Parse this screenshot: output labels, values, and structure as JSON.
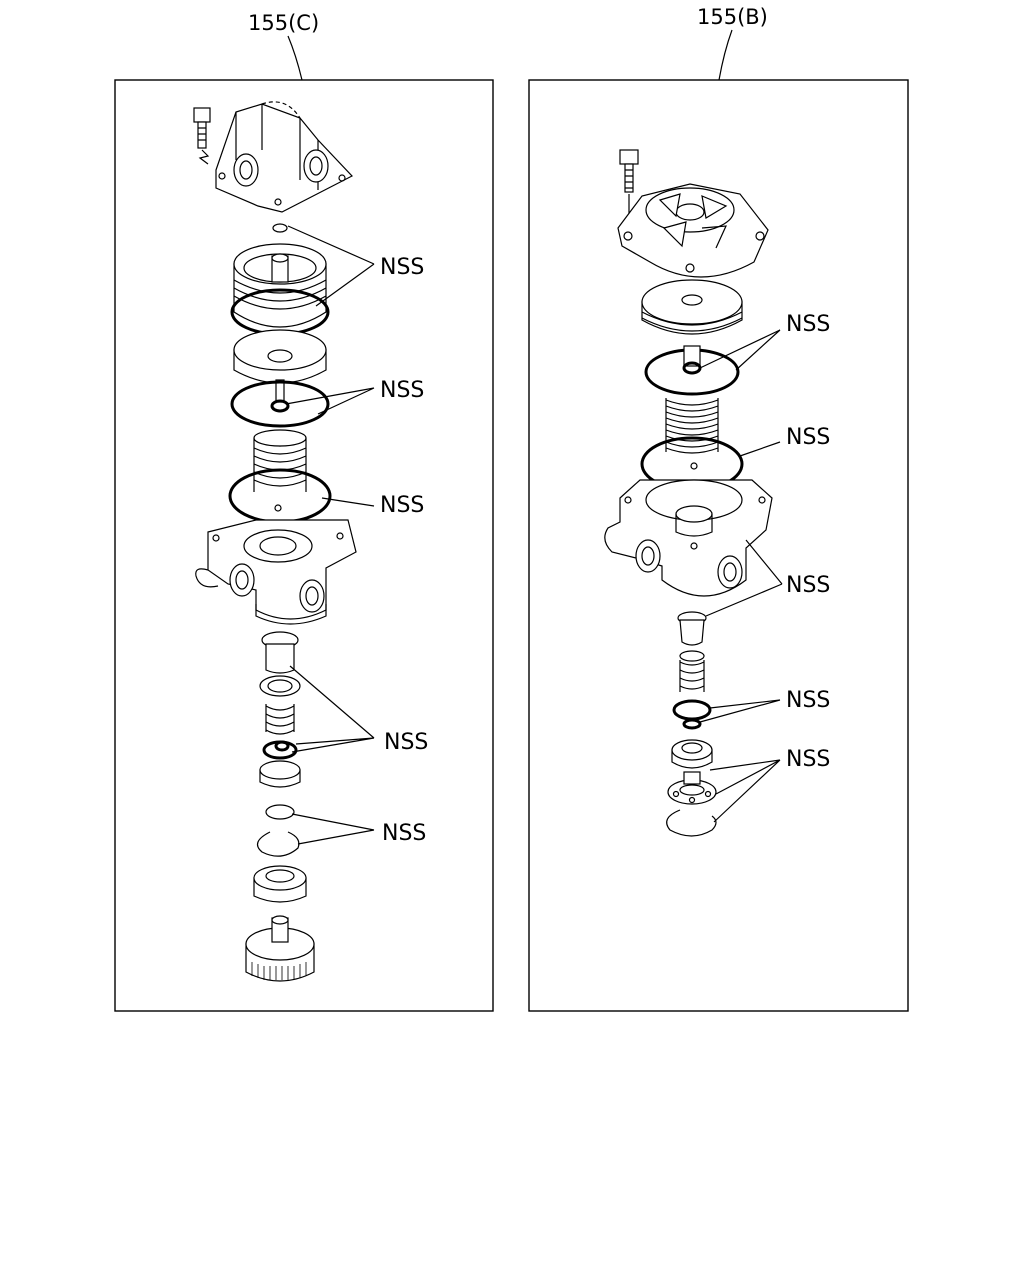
{
  "callouts": {
    "left": "155(C)",
    "right": "155(B)"
  },
  "part_label": "NSS",
  "left_labels": [
    "NSS",
    "NSS",
    "NSS",
    "NSS",
    "NSS"
  ],
  "right_labels": [
    "NSS",
    "NSS",
    "NSS",
    "NSS",
    "NSS"
  ]
}
